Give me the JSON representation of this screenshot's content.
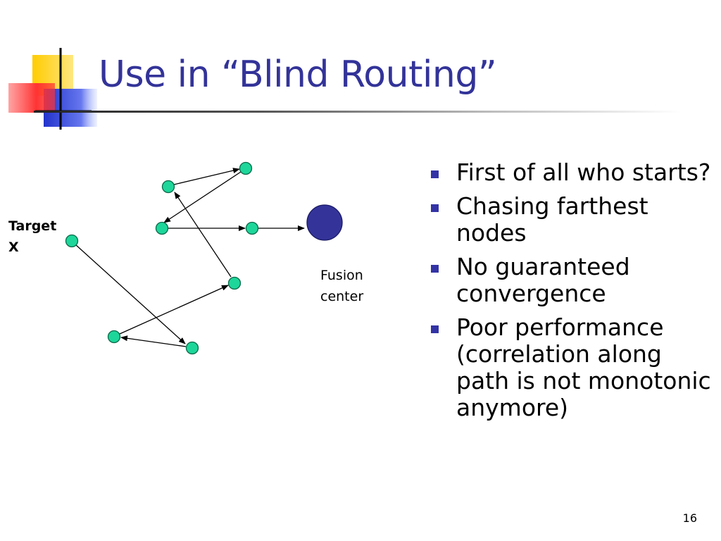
{
  "slide": {
    "title": "Use in “Blind Routing”",
    "page_number": "16"
  },
  "diagram": {
    "target_label_line1": "Target",
    "target_label_line2": "X",
    "fusion_label_line1": "Fusion",
    "fusion_label_line2": "center",
    "colors": {
      "node_fill": "#1ed69a",
      "node_stroke": "#0a6a4a",
      "fusion_fill": "#333399",
      "arrow": "#000000"
    }
  },
  "bullets": [
    "First of all who starts?",
    "Chasing farthest nodes",
    "No guaranteed convergence",
    "Poor performance (correlation along path is not monotonic anymore)"
  ]
}
